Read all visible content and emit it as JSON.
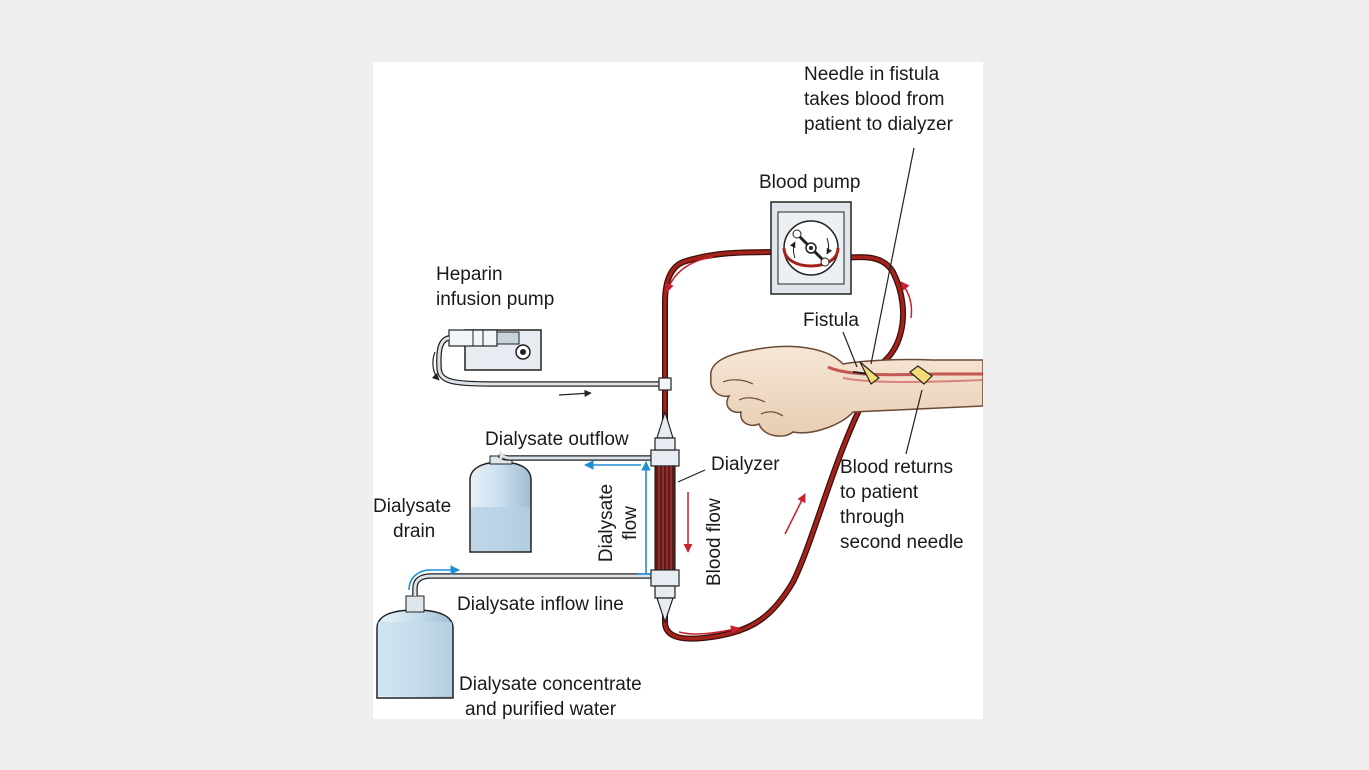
{
  "labels": {
    "needle_in_fistula": [
      "Needle in fistula",
      "takes blood from",
      "patient to dialyzer"
    ],
    "blood_pump": "Blood pump",
    "heparin_pump": [
      "Heparin",
      "infusion pump"
    ],
    "fistula": "Fistula",
    "dialysate_outflow": "Dialysate outflow",
    "dialyzer": "Dialyzer",
    "dialysate_drain": [
      "Dialysate",
      "drain"
    ],
    "blood_returns": [
      "Blood returns",
      "to patient",
      "through",
      "second needle"
    ],
    "dialysate_flow": [
      "Dialysate",
      "flow"
    ],
    "blood_flow": "Blood flow",
    "dialysate_inflow_line": "Dialysate inflow line",
    "dialysate_concentrate": [
      "Dialysate concentrate",
      "and purified water"
    ]
  },
  "colors": {
    "blood": "#a3231a",
    "blood_arrow": "#c8202c",
    "dialysate_arrow": "#1f8fd6",
    "tubing": "#c9d3da",
    "container": "#d7e8f2",
    "needle_wing": "#f2dc73"
  }
}
